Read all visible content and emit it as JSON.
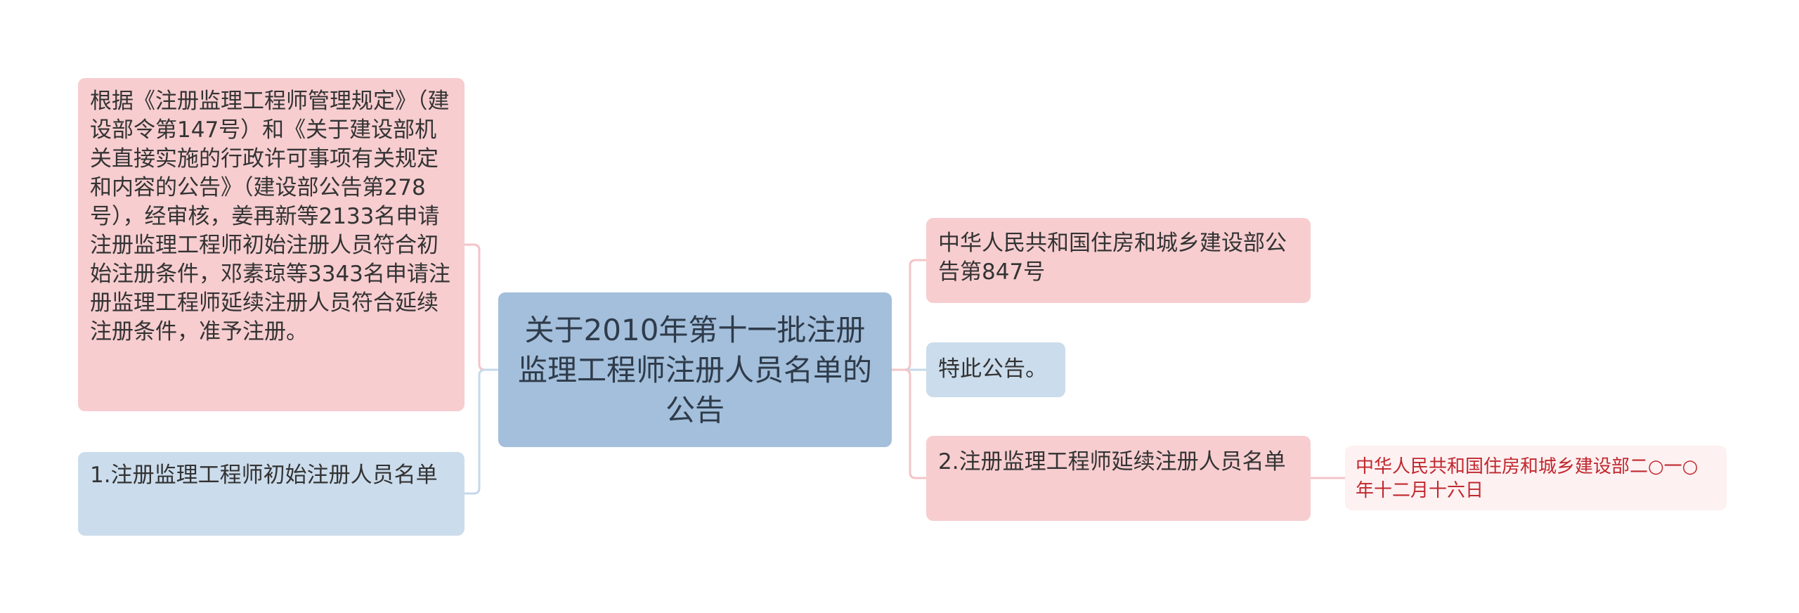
{
  "colors": {
    "center_fill": "#a3bfdb",
    "pink_fill": "#f7cdd0",
    "blue_fill": "#cbdcec",
    "leaf_fill": "#fdf1f2",
    "leaf_text": "#c1282e",
    "connector_pink": "#f3c4c8",
    "connector_blue": "#c6d8ea"
  },
  "center": {
    "title": "关于2010年第十一批注册监理工程师注册人员名单的公告"
  },
  "left_nodes": [
    {
      "text": "根据《注册监理工程师管理规定》（建设部令第147号）和《关于建设部机关直接实施的行政许可事项有关规定和内容的公告》（建设部公告第278号），经审核，姜再新等2133名申请注册监理工程师初始注册人员符合初始注册条件，邓素琼等3343名申请注册监理工程师延续注册人员符合延续注册条件，准予注册。"
    },
    {
      "text": "1.注册监理工程师初始注册人员名单"
    }
  ],
  "right_nodes": [
    {
      "text": "中华人民共和国住房和城乡建设部公告第847号"
    },
    {
      "text": "特此公告。"
    },
    {
      "text": "2.注册监理工程师延续注册人员名单",
      "child": {
        "text": "中华人民共和国住房和城乡建设部二○一○年十二月十六日"
      }
    }
  ]
}
